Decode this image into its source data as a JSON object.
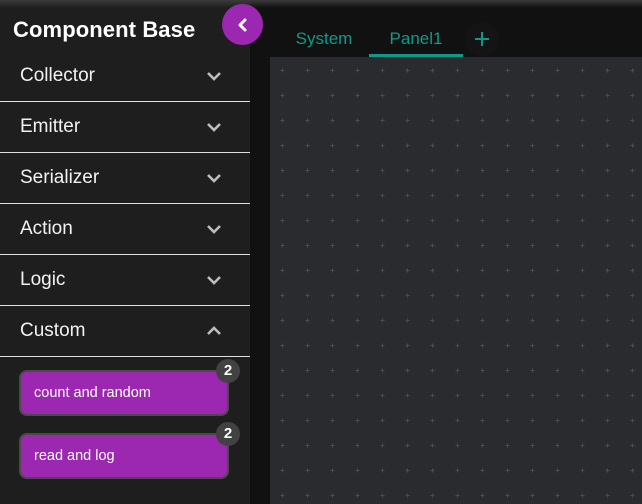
{
  "sidebar": {
    "title": "Component Base",
    "collapse_icon": "chevron-left-icon",
    "sections": [
      {
        "label": "Collector",
        "expanded": false,
        "icon": "chevron-down-icon"
      },
      {
        "label": "Emitter",
        "expanded": false,
        "icon": "chevron-down-icon"
      },
      {
        "label": "Serializer",
        "expanded": false,
        "icon": "chevron-down-icon"
      },
      {
        "label": "Action",
        "expanded": false,
        "icon": "chevron-down-icon"
      },
      {
        "label": "Logic",
        "expanded": false,
        "icon": "chevron-down-icon"
      },
      {
        "label": "Custom",
        "expanded": true,
        "icon": "chevron-up-icon"
      }
    ],
    "custom_items": [
      {
        "label": "count and random",
        "badge": "2"
      },
      {
        "label": "read and log",
        "badge": "2"
      }
    ]
  },
  "tabs": {
    "items": [
      {
        "label": "System",
        "active": false
      },
      {
        "label": "Panel1",
        "active": true
      }
    ],
    "add_icon": "plus-icon"
  },
  "colors": {
    "accent_purple": "#9c27b0",
    "accent_teal": "#0f9a88",
    "sidebar_bg": "#1e1e1e",
    "canvas_bg": "#2a2b2f",
    "badge_bg": "#424242"
  }
}
